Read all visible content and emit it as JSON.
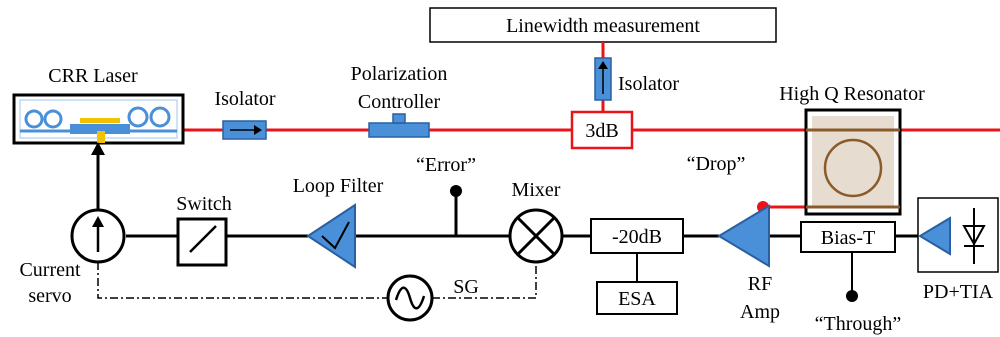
{
  "colors": {
    "optical_path": "#e8141a",
    "component_blue": "#4a90d9",
    "component_blue_dark": "#2a5fa0",
    "heater_yellow": "#f2c200",
    "resonator_brown": "#8b5a2b",
    "resonator_fill": "#e6dccf",
    "electrical": "#000000"
  },
  "labels": {
    "linewidth_measurement": "Linewidth measurement",
    "crr_laser": "CRR Laser",
    "isolator_main": "Isolator",
    "polarization_line1": "Polarization",
    "polarization_line2": "Controller",
    "isolator_top": "Isolator",
    "coupler_3db": "3dB",
    "high_q_resonator": "High Q Resonator",
    "drop": "“Drop”",
    "switch": "Switch",
    "loop_filter": "Loop Filter",
    "error": "“Error”",
    "mixer": "Mixer",
    "attenuator": "-20dB",
    "esa": "ESA",
    "rf_amp_line1": "RF",
    "rf_amp_line2": "Amp",
    "bias_t": "Bias-T",
    "through": "“Through”",
    "pd_tia": "PD+TIA",
    "current_line1": "Current",
    "current_line2": "servo",
    "sg": "SG"
  }
}
